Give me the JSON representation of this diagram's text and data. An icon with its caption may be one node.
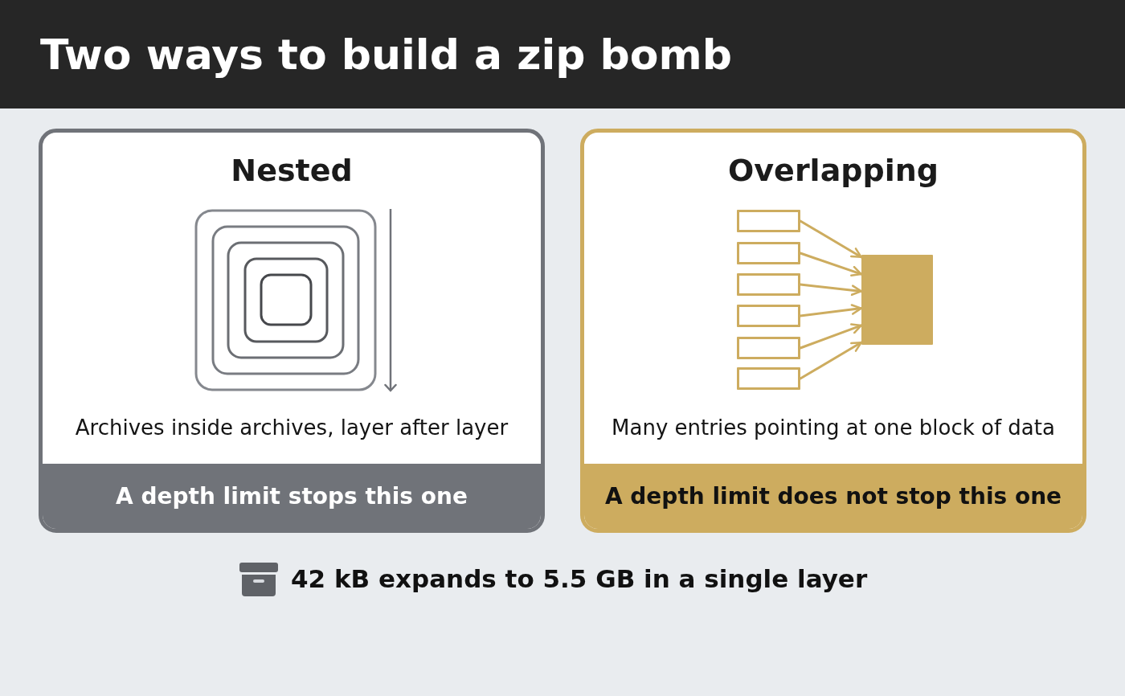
{
  "diagram": {
    "title": "Two ways to build a zip bomb",
    "nodes": [
      {
        "text": [
          "Nested",
          "Archives inside archives, layer after layer"
        ]
      },
      {
        "text": [
          "A depth limit stops this one"
        ],
        "in": 0
      },
      {
        "text": [
          "Overlapping",
          "Many entries pointing at one block of data"
        ]
      },
      {
        "text": [
          "A depth limit does not stop this one"
        ],
        "in": 2
      },
      {
        "text": [],
        "shape": "box",
        "in": 2
      },
      {
        "text": [],
        "shape": "box",
        "in": 2
      },
      {
        "text": [],
        "shape": "box",
        "in": 2
      },
      {
        "text": [],
        "shape": "box",
        "in": 2
      },
      {
        "text": [],
        "shape": "box",
        "in": 2
      },
      {
        "text": [],
        "shape": "box",
        "in": 2
      },
      {
        "text": [],
        "shape": "box",
        "in": 2
      }
    ],
    "edges": [
      {
        "from": 4,
        "to": 10,
        "arrow": "to"
      },
      {
        "from": 5,
        "to": 10,
        "arrow": "to"
      },
      {
        "from": 6,
        "to": 10,
        "arrow": "to"
      },
      {
        "from": 7,
        "to": 10,
        "arrow": "to"
      },
      {
        "from": 8,
        "to": 10,
        "arrow": "to"
      },
      {
        "from": 9,
        "to": 10,
        "arrow": "to"
      }
    ],
    "labels": [
      "42 kB expands to 5.5 GB in a single layer"
    ]
  }
}
